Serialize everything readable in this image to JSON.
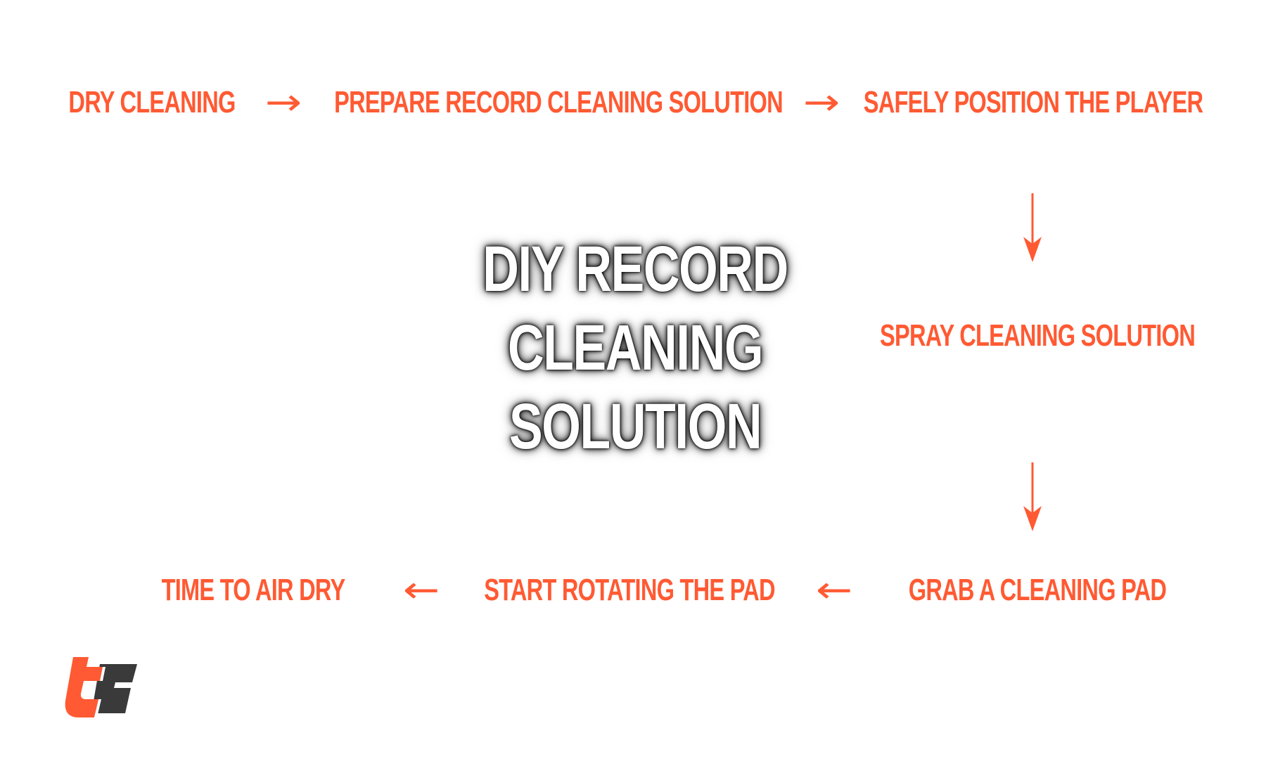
{
  "title": {
    "line1": "DIY RECORD",
    "line2": "CLEANING SOLUTION"
  },
  "steps": [
    "DRY CLEANING",
    "PREPARE RECORD CLEANING SOLUTION",
    "SAFELY POSITION THE PLAYER",
    "SPRAY CLEANING SOLUTION",
    "GRAB A CLEANING PAD",
    "START ROTATING THE PAD",
    "TIME TO AIR DRY"
  ],
  "arrows": {
    "right": "→",
    "left": "←"
  },
  "colors": {
    "accent": "#ff5a33",
    "logo_dark": "#3a3a3a",
    "title_text": "#ffffff",
    "title_glow": "#000000"
  },
  "logo": {
    "icon": "tc-brand-logo-icon"
  }
}
